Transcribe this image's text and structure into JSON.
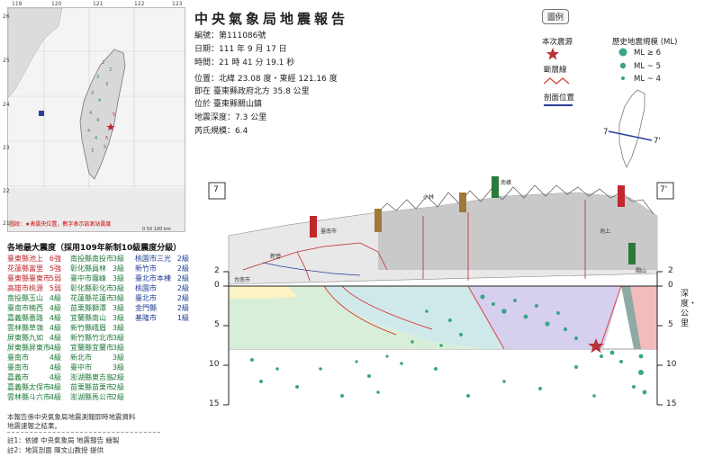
{
  "map": {
    "lon_labels": [
      "119",
      "120",
      "121",
      "122",
      "123"
    ],
    "lat_labels": [
      "26",
      "25",
      "24",
      "23",
      "22",
      "21"
    ],
    "note": "圖說：★表震央位置，數字表示該測站震度",
    "scale_label": "km",
    "scale_values": [
      "0",
      "50",
      "100"
    ]
  },
  "report": {
    "title": "中央氣象局地震報告",
    "number_label": "編號：",
    "number": "第111086號",
    "date_label": "日期：",
    "date": "111 年 9 月 17 日",
    "time_label": "時間：",
    "time": "21 時 41 分 19.1 秒",
    "position_label": "位置：",
    "position": "北緯 23.08 度・東經 121.16 度",
    "ref_label": "即在",
    "ref": "臺東縣政府北方 35.8 公里",
    "located_label": "位於",
    "located": "臺東縣關山鎮",
    "depth_label": "地震深度：",
    "depth": "7.3 公里",
    "magnitude_label": "芮氏規模：",
    "magnitude": "6.4"
  },
  "legend": {
    "title": "圖例",
    "epicenter": "本次震源",
    "fault": "斷層線",
    "profile": "剖面位置",
    "hist_title": "歷史地震規模 (ML)",
    "m6": "ML ≥ 6",
    "m5": "ML ~ 5",
    "m4": "ML ~ 4",
    "inset_left": "7",
    "inset_right": "7'",
    "colors": {
      "star": "#b8323a",
      "fault": "#d6453c",
      "profile": "#2a3e9c",
      "quake": "#3aa58a"
    }
  },
  "intensity": {
    "title": "各地最大震度（採用109年新制10級震度分級）",
    "columns": [
      [
        {
          "name": "臺東縣池上",
          "level": "6強",
          "color": "red"
        },
        {
          "name": "花蓮縣富里",
          "level": "5強",
          "color": "red"
        },
        {
          "name": "臺東縣臺東市",
          "level": "5弱",
          "color": "red"
        },
        {
          "name": "高雄市桃源",
          "level": "5弱",
          "color": "red"
        },
        {
          "name": "南投縣玉山",
          "level": "4級",
          "color": "grn"
        },
        {
          "name": "臺南市楠西",
          "level": "4級",
          "color": "grn"
        },
        {
          "name": "嘉義縣番路",
          "level": "4級",
          "color": "grn"
        },
        {
          "name": "雲林縣草嶺",
          "level": "4級",
          "color": "grn"
        },
        {
          "name": "屏東縣九如",
          "level": "4級",
          "color": "grn"
        },
        {
          "name": "屏東縣屏東市",
          "level": "4級",
          "color": "grn"
        },
        {
          "name": "臺南市",
          "level": "4級",
          "color": "grn"
        },
        {
          "name": "臺南市",
          "level": "4級",
          "color": "grn"
        },
        {
          "name": "嘉義市",
          "level": "4級",
          "color": "grn"
        },
        {
          "name": "嘉義縣太保市",
          "level": "4級",
          "color": "grn"
        },
        {
          "name": "雲林縣斗六市",
          "level": "4級",
          "color": "grn"
        }
      ],
      [
        {
          "name": "南投縣南投市",
          "level": "3級",
          "color": "grn"
        },
        {
          "name": "彰化縣員林",
          "level": "3級",
          "color": "grn"
        },
        {
          "name": "臺中市霧峰",
          "level": "3級",
          "color": "grn"
        },
        {
          "name": "彰化縣彰化市",
          "level": "3級",
          "color": "grn"
        },
        {
          "name": "花蓮縣花蓮市",
          "level": "3級",
          "color": "grn"
        },
        {
          "name": "苗栗縣獅潭",
          "level": "3級",
          "color": "grn"
        },
        {
          "name": "宜蘭縣南山",
          "level": "3級",
          "color": "grn"
        },
        {
          "name": "新竹縣峨眉",
          "level": "3級",
          "color": "grn"
        },
        {
          "name": "新竹縣竹北市",
          "level": "3級",
          "color": "grn"
        },
        {
          "name": "宜蘭縣宜蘭市",
          "level": "3級",
          "color": "grn"
        },
        {
          "name": "新北市",
          "level": "3級",
          "color": "grn"
        },
        {
          "name": "臺中市",
          "level": "3級",
          "color": "grn"
        },
        {
          "name": "澎湖縣東吉島",
          "level": "2級",
          "color": "grn"
        },
        {
          "name": "苗栗縣苗栗市",
          "level": "2級",
          "color": "grn"
        },
        {
          "name": "澎湖縣馬公市",
          "level": "2級",
          "color": "grn"
        }
      ],
      [
        {
          "name": "桃園市三光",
          "level": "2級",
          "color": "blu"
        },
        {
          "name": "新竹市",
          "level": "2級",
          "color": "blu"
        },
        {
          "name": "臺北市本棟",
          "level": "2級",
          "color": "blu"
        },
        {
          "name": "桃園市",
          "level": "2級",
          "color": "blu"
        },
        {
          "name": "臺北市",
          "level": "2級",
          "color": "blu"
        },
        {
          "name": "金門縣",
          "level": "2級",
          "color": "blu"
        },
        {
          "name": "基隆市",
          "level": "1級",
          "color": "blu"
        }
      ]
    ]
  },
  "notes": {
    "web": "本報告係中央氣象局地震測報即時地震資料",
    "web2": "地震速報之結果。",
    "note1": "註1：依據 中央氣象局 地震報告 繪製",
    "note2": "註2：地質剖面 陳文山教授 提供"
  },
  "profile": {
    "left_label": "7",
    "right_label": "7'",
    "depth_axis_label": "深度・公里",
    "depth_ticks": [
      "2",
      "0",
      "5",
      "10",
      "15"
    ],
    "place_labels": [
      "台南市",
      "臺南市",
      "新營",
      "小林",
      "池上",
      "關山",
      "南橫"
    ]
  }
}
